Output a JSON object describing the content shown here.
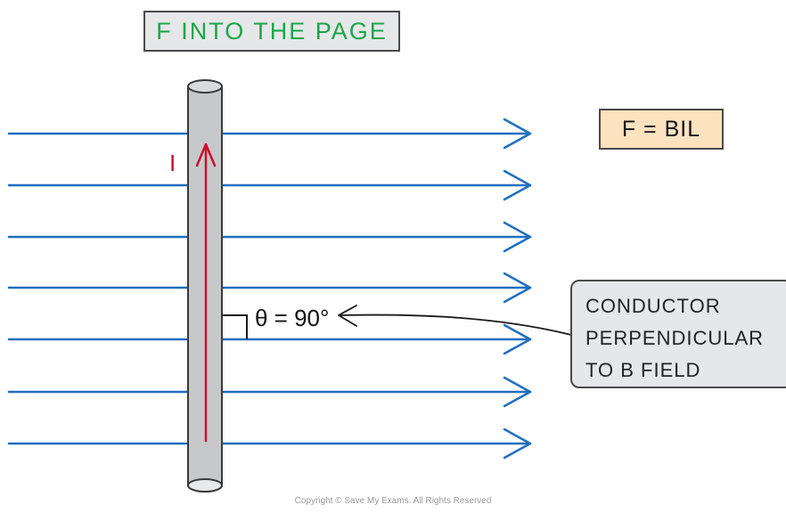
{
  "title": "F INTO THE PAGE",
  "formula": "F = BIL",
  "angle_label": "θ = 90°",
  "current_label": "I",
  "note": {
    "line1": "CONDUCTOR",
    "line2": "PERPENDICULAR",
    "line3": "TO B FIELD"
  },
  "copyright": "Copyright © Save My Exams. All Rights Reserved",
  "colors": {
    "field_line": "#1f6fbf",
    "current_arrow": "#c8102e",
    "title_text": "#1aa64b",
    "formula_fill": "#fde2c0",
    "box_fill": "#e6e7e8",
    "conductor_fill": "#c7c8ca"
  }
}
